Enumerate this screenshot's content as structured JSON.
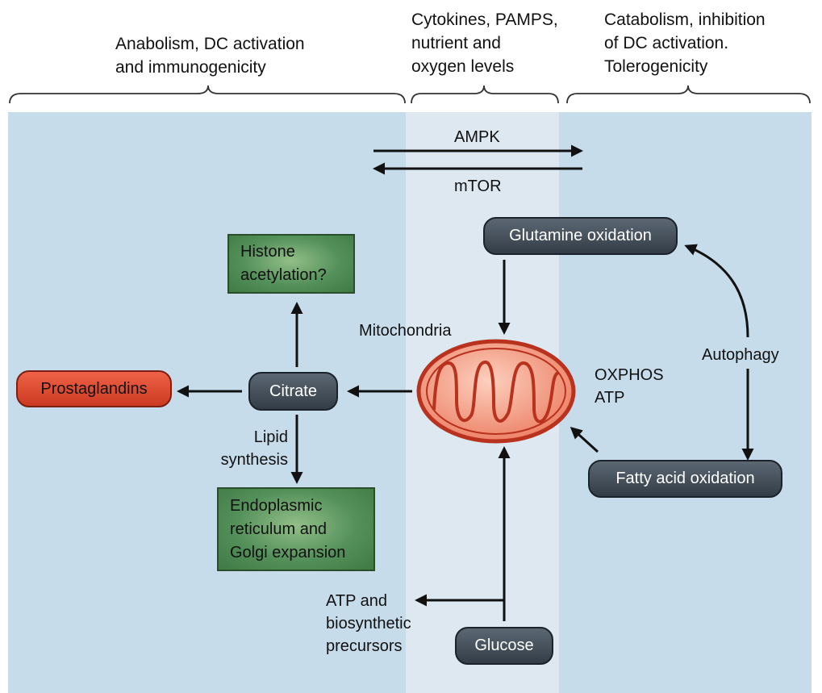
{
  "headers": {
    "left": "Anabolism, DC activation\nand immunogenicity",
    "middle": "Cytokines, PAMPS,\nnutrient and\noxygen levels",
    "right": "Catabolism, inhibition\nof DC activation.\nTolerogenicity"
  },
  "regulators": {
    "forward": "AMPK",
    "reverse": "mTOR"
  },
  "nodes": {
    "glutamine_oxidation": "Glutamine oxidation",
    "histone_acetylation": "Histone\nacetylation?",
    "citrate": "Citrate",
    "prostaglandins": "Prostaglandins",
    "er_golgi": "Endoplasmic\nreticulum and\nGolgi expansion",
    "fatty_acid_oxidation": "Fatty acid oxidation",
    "glucose": "Glucose"
  },
  "labels": {
    "mitochondria": "Mitochondria",
    "oxphos": "OXPHOS\nATP",
    "autophagy": "Autophagy",
    "lipid_synthesis": "Lipid\nsynthesis",
    "atp_precursors": "ATP and\nbiosynthetic\nprecursors"
  },
  "colors": {
    "panel_side": "#c7dcea",
    "panel_middle": "#dde8f1",
    "node_dark": "#3c4650",
    "node_red": "#e04a30",
    "node_green": "#4f8a55",
    "mitochondrion_fill": "#f08a70",
    "mitochondrion_outline": "#c23a24"
  }
}
